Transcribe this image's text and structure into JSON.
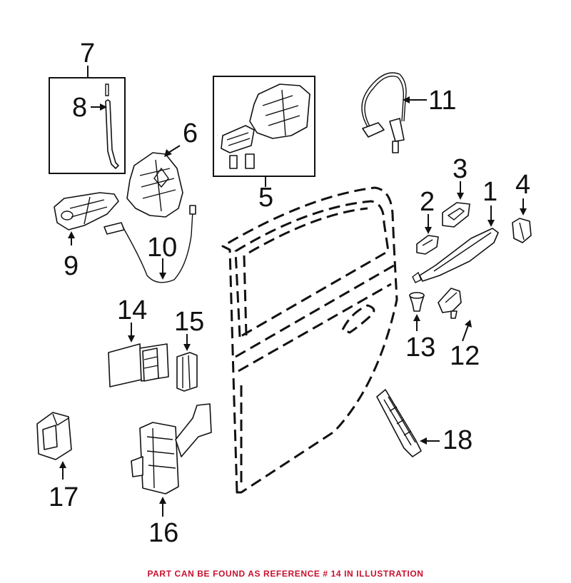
{
  "diagram": {
    "footer_note": "PART CAN BE FOUND AS REFERENCE # 14 IN ILLUSTRATION",
    "footer_color": "#c8102e",
    "callouts": [
      {
        "id": "1",
        "label": "1"
      },
      {
        "id": "2",
        "label": "2"
      },
      {
        "id": "3",
        "label": "3"
      },
      {
        "id": "4",
        "label": "4"
      },
      {
        "id": "5",
        "label": "5"
      },
      {
        "id": "6",
        "label": "6"
      },
      {
        "id": "7",
        "label": "7"
      },
      {
        "id": "8",
        "label": "8"
      },
      {
        "id": "9",
        "label": "9"
      },
      {
        "id": "10",
        "label": "10"
      },
      {
        "id": "11",
        "label": "11"
      },
      {
        "id": "12",
        "label": "12"
      },
      {
        "id": "13",
        "label": "13"
      },
      {
        "id": "14",
        "label": "14"
      },
      {
        "id": "15",
        "label": "15"
      },
      {
        "id": "16",
        "label": "16"
      },
      {
        "id": "17",
        "label": "17"
      },
      {
        "id": "18",
        "label": "18"
      }
    ]
  }
}
